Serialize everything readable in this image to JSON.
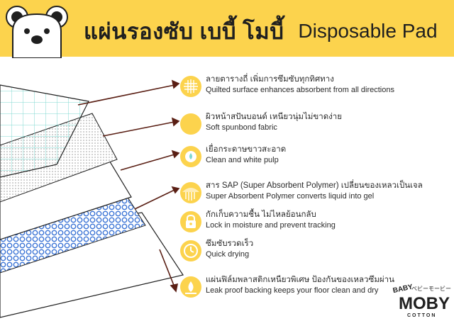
{
  "header": {
    "title_th": "แผ่นรองซับ เบบี้ โมบี้",
    "title_en": "Disposable Pad"
  },
  "features": [
    {
      "icon": "grid-icon",
      "text_th": "ลายตารางถี่ เพิ่มการซึมซับทุกทิศทาง",
      "text_en": "Quilted surface enhances absorbent from all directions"
    },
    {
      "icon": "circle-icon",
      "text_th": "ผิวหน้าสปันบอนด์ เหนียวนุ่มไม่ขาดง่าย",
      "text_en": "Soft spunbond fabric"
    },
    {
      "icon": "droplet-icon",
      "text_th": "เยื่อกระดาษขาวสะอาด",
      "text_en": "Clean and white pulp"
    },
    {
      "icon": "polymer-icon",
      "text_th": "สาร SAP (Super Absorbent Polymer) เปลี่ยนของเหลวเป็นเจล",
      "text_en": "Super Absorbent Polymer converts liquid into gel"
    },
    {
      "icon": "lock-icon",
      "text_th": "กักเก็บความชื้น ไม่ไหลย้อนกลับ",
      "text_en": "Lock in moisture and prevent tracking"
    },
    {
      "icon": "clock-icon",
      "text_th": "ซึมซับรวดเร็ว",
      "text_en": "Quick drying"
    },
    {
      "icon": "waterdrop-icon",
      "text_th": "แผ่นฟิล์มพลาสติกเหนียวพิเศษ ป้องกันของเหลวซึมผ่าน",
      "text_en": "Leak proof backing keeps your floor clean and dry"
    }
  ],
  "brand": {
    "top": "BABY",
    "katakana": "ベビーモービー",
    "name": "MOBY",
    "bottom": "COTTON"
  },
  "colors": {
    "accent": "#fcd34d",
    "grid_line": "#7fd8d0",
    "sap_blue": "#3b74d6",
    "arrow_dark": "#5a1f14",
    "text": "#2a2a2a"
  }
}
